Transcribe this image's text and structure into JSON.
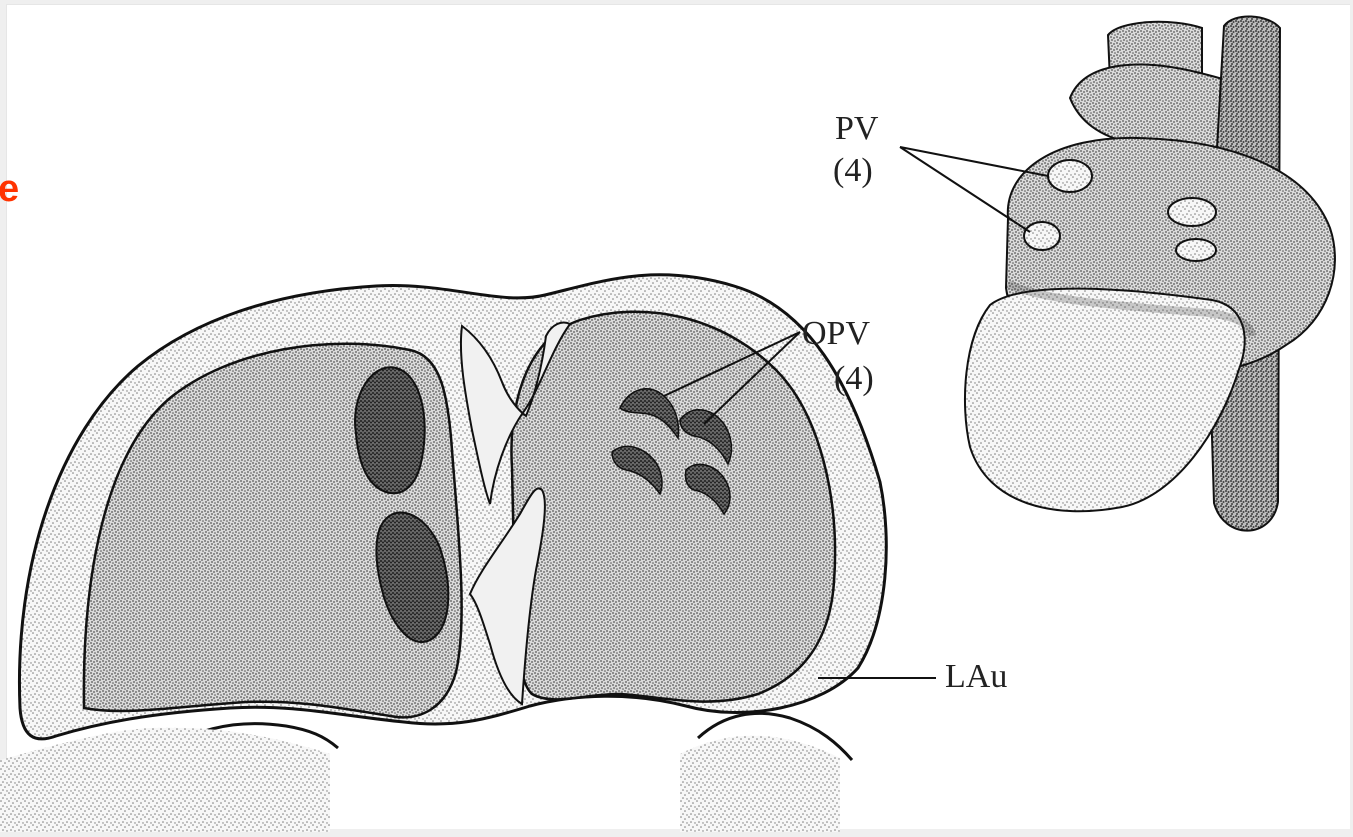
{
  "edge_text": "e",
  "labels": {
    "pv_name": "PV",
    "pv_count": "(4)",
    "opv_name": "OPV",
    "opv_count": "(4)",
    "lau_name": "LAu"
  },
  "colors": {
    "background": "#efefef",
    "panel": "#ffffff",
    "ink": "#111111",
    "stipple_light": "#d9d9d9",
    "stipple_mid": "#b3b3b3",
    "stipple_dark": "#7f7f7f",
    "stipple_darkest": "#4f4f4f",
    "edge_text": "#ff3300"
  }
}
